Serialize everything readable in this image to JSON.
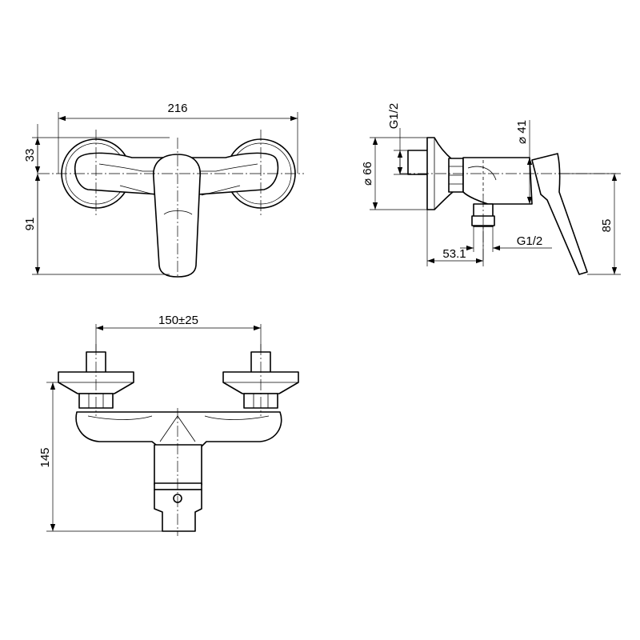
{
  "dimensions": {
    "front_width": "216",
    "front_top": "33",
    "front_bottom": "91",
    "side_inlet_thread": "G1/2",
    "side_flange_dia": "⌀ 66",
    "side_body_dia": "⌀ 41",
    "side_outlet_thread": "G1/2",
    "side_offset": "53.1",
    "side_height": "85",
    "top_spacing": "150±25",
    "top_depth": "145"
  }
}
